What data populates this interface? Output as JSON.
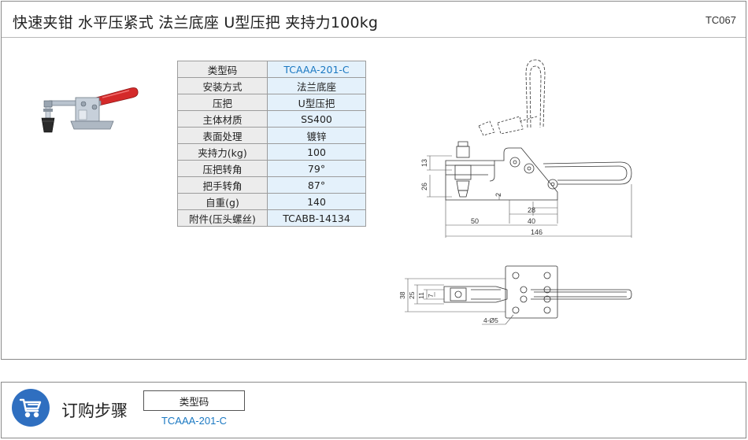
{
  "header": {
    "title": "快速夹钳 水平压紧式 法兰底座 U型压把 夹持力100kg",
    "code": "TC067"
  },
  "spec_table": {
    "rows": [
      {
        "label": "类型码",
        "value": "TCAAA-201-C"
      },
      {
        "label": "安装方式",
        "value": "法兰底座"
      },
      {
        "label": "压把",
        "value": "U型压把"
      },
      {
        "label": "主体材质",
        "value": "SS400"
      },
      {
        "label": "表面处理",
        "value": "镀锌"
      },
      {
        "label": "夹持力(kg)",
        "value": "100"
      },
      {
        "label": "压把转角",
        "value": "79°"
      },
      {
        "label": "把手转角",
        "value": "87°"
      },
      {
        "label": "自重(g)",
        "value": "140"
      },
      {
        "label": "附件(压头螺丝)",
        "value": "TCABB-14134"
      }
    ]
  },
  "drawing": {
    "dims_side": [
      "13",
      "26",
      "2",
      "28",
      "40",
      "50",
      "146"
    ],
    "dims_top": [
      "38",
      "25",
      "11",
      "7",
      "4-Ø5"
    ]
  },
  "order": {
    "title": "订购步骤",
    "box_label": "类型码",
    "value": "TCAAA-201-C"
  },
  "colors": {
    "accent_blue": "#1a78c2",
    "cart_bg": "#2f6fc0",
    "handle_red": "#d42a2a",
    "value_cell_bg": "#e4f1fb"
  },
  "icons": {
    "order_icon": "shopping-cart-icon"
  }
}
